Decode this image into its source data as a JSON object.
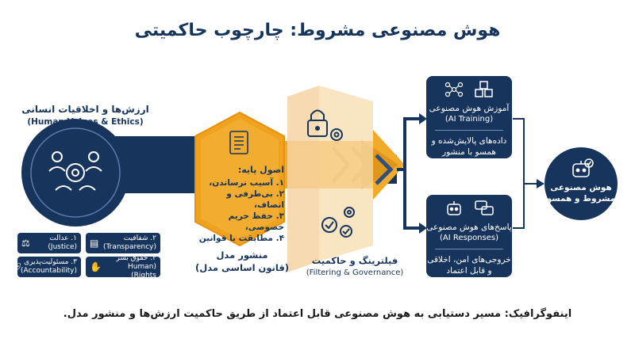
{
  "title": "هوش مصنوعی مشروط: چارچوب حاکمیتی",
  "values_label": {
    "fa": "ارزش‌ها و اخلاقیات انسانی",
    "en": "(Human Values & Ethics)"
  },
  "chips": [
    {
      "fa": "۱. عدالت",
      "en": "(Justice)"
    },
    {
      "fa": "۲. شفافیت",
      "en": "(Transparency)"
    },
    {
      "fa": "۳. مسئولیت‌پذیری",
      "en": "(Accountability)"
    },
    {
      "fa": "۴. حقوق بشر",
      "en": "(Human Rights)"
    }
  ],
  "charter": {
    "heading": "اصول پایه:",
    "items": [
      "۱. آسیب نرساندن،",
      "۲. بی‌طرفی و انصاف،",
      "۳. حفظ حریم خصوصی،",
      "۴. مطابقت با قوانین"
    ],
    "label": "منشور مدل",
    "label_sub": "(قانون اساسی مدل)"
  },
  "filter": {
    "label": "فیلترینگ و حاکمیت",
    "label_en": "(Filtering & Governance)"
  },
  "training_card": {
    "title": "آموزش هوش مصنوعی",
    "title_en": "(AI Training)",
    "body_1": "داده‌های پالایش‌شده و",
    "body_2": "همسو با منشور"
  },
  "responses_card": {
    "title": "پاسخ‌های هوش مصنوعی",
    "title_en": "(AI Responses)",
    "body_1": "خروجی‌های امن، اخلاقی",
    "body_2": "و قابل اعتماد"
  },
  "final": {
    "line_1": "هوش مصنوعی",
    "line_2": "مشروط و همسو"
  },
  "caption": "اینفوگرافیک: مسیر دستیابی به هوش مصنوعی قابل اعتماد از طریق حاکمیت ارزش‌ها و منشور مدل.",
  "colors": {
    "navy": "#17345c",
    "orange": "#f0a21c",
    "light_orange": "#f7c65a",
    "peach": "#f6d3a3"
  }
}
